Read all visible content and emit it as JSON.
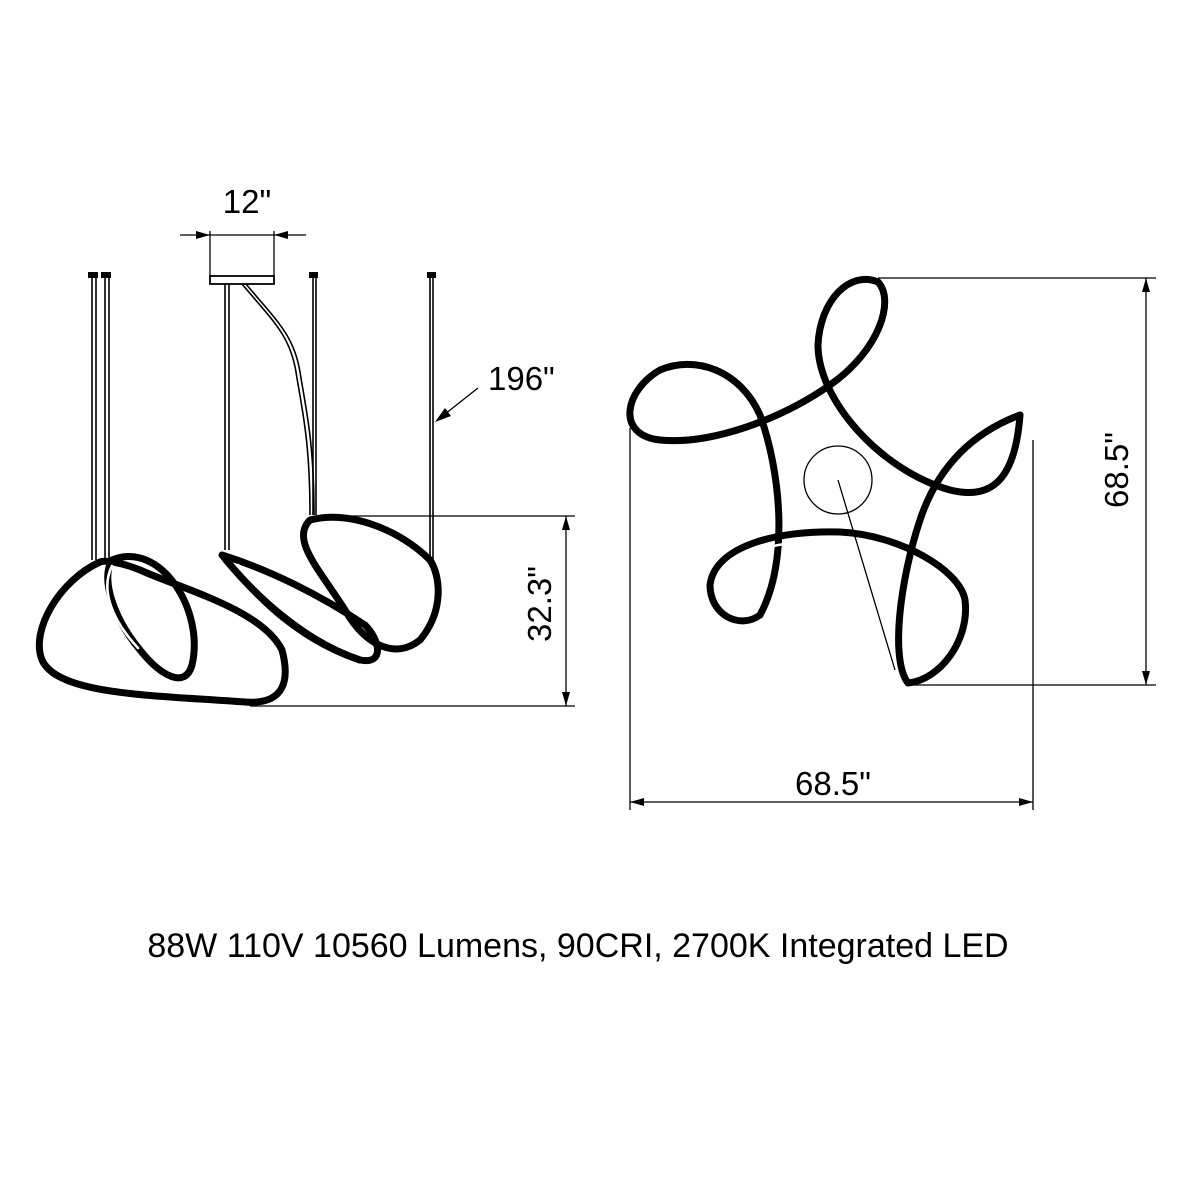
{
  "dimensions": {
    "canopy_width": "12\"",
    "cable_length": "196\"",
    "side_height": "32.3\"",
    "top_depth": "68.5\"",
    "top_width": "68.5\""
  },
  "specs": {
    "line": "88W 110V 10560 Lumens, 90CRI, 2700K Integrated LED"
  },
  "colors": {
    "line": "#000000",
    "background": "#ffffff"
  }
}
